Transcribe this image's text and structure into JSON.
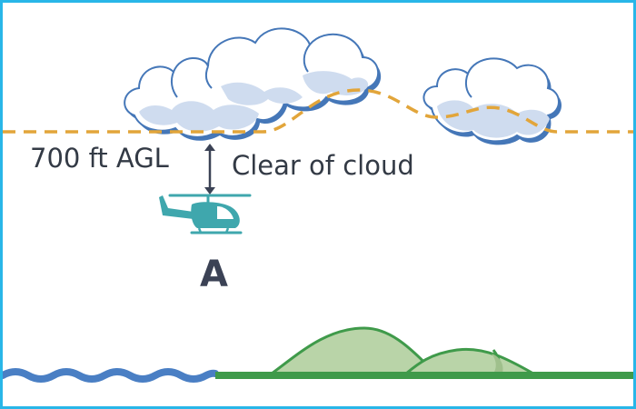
{
  "labels": {
    "altitude": "700 ft AGL",
    "clearance": "Clear of cloud",
    "position": "A"
  },
  "colors": {
    "frame": "#29b6e8",
    "cloud_fill": "#ffffff",
    "cloud_shade": "#cfdcef",
    "cloud_outline": "#4577b8",
    "dashed_line": "#e2a53a",
    "helicopter": "#3fa7ad",
    "arrow": "#3b4255",
    "water": "#4a7fc4",
    "ground": "#3f9a4a",
    "hill_fill": "#b9d4a8",
    "text": "#333a45"
  },
  "icons": [
    "cloud-icon",
    "helicopter-icon",
    "double-arrow-icon",
    "hill-icon",
    "water-wave-icon"
  ]
}
